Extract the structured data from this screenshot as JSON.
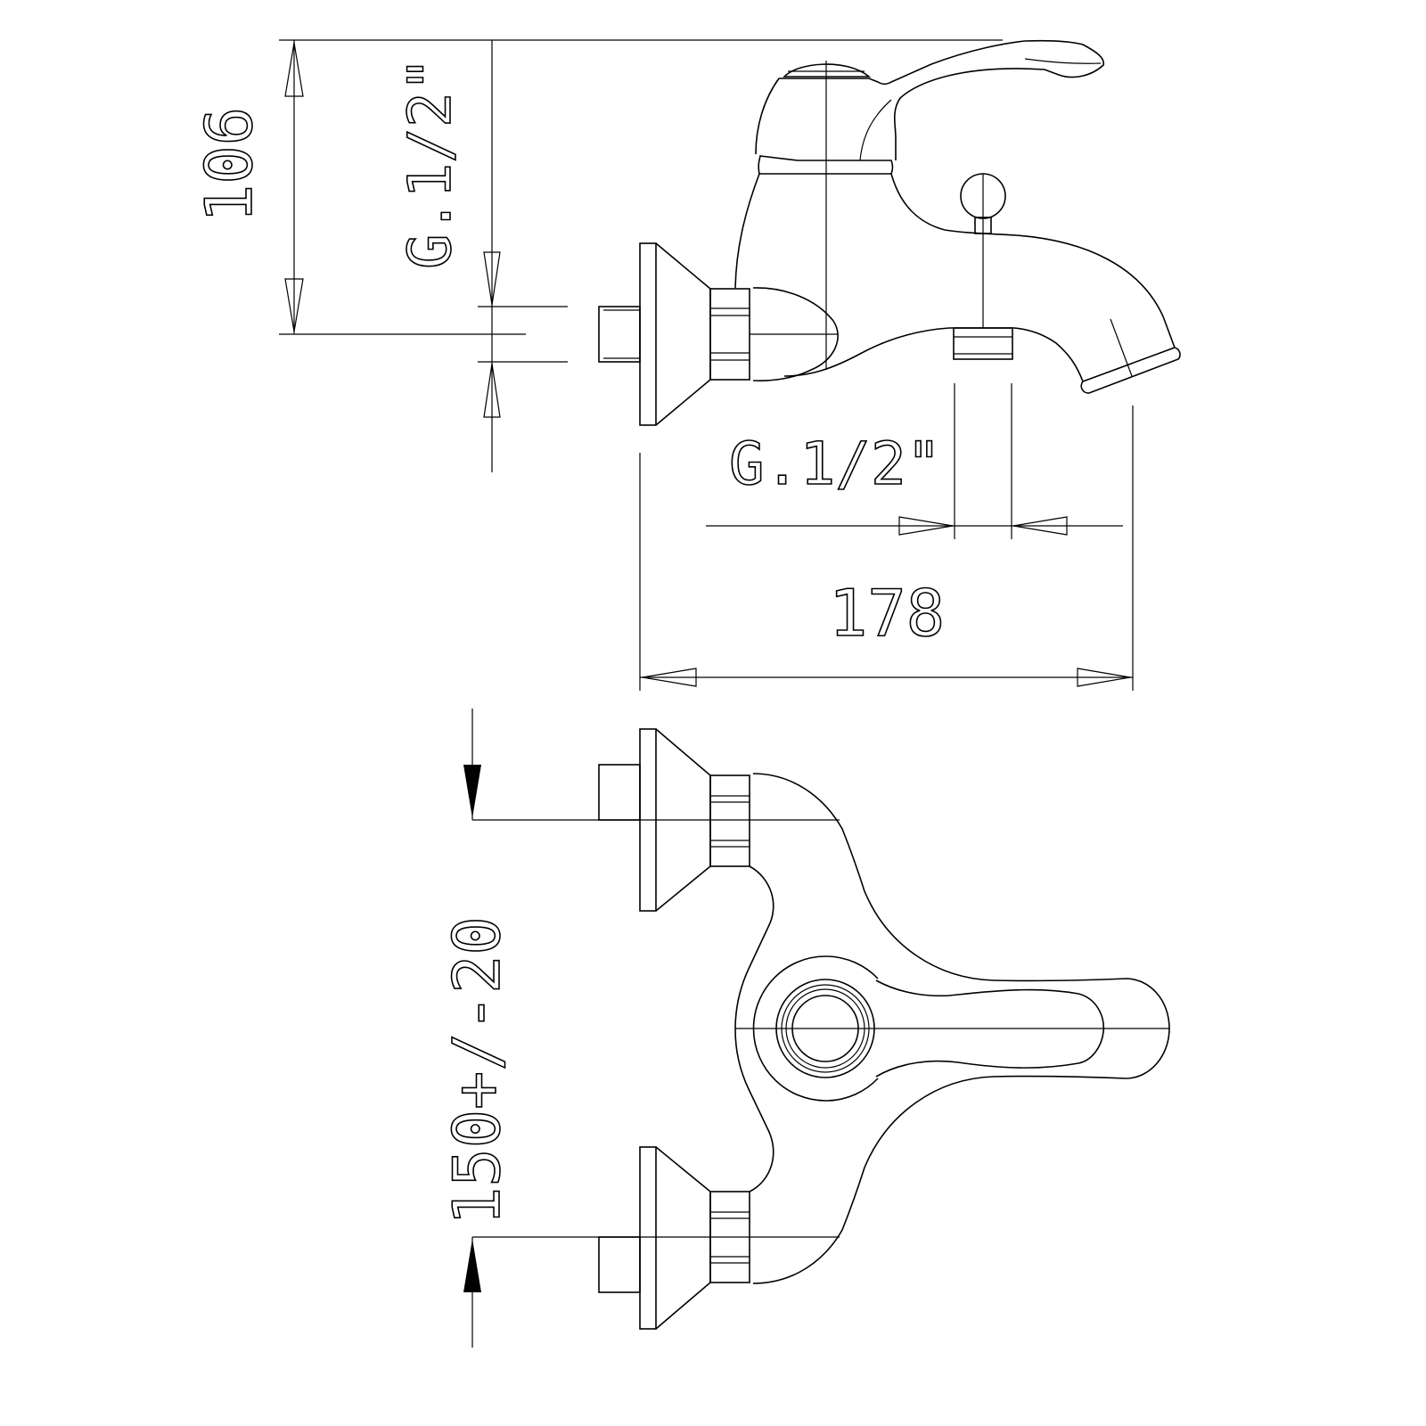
{
  "drawing": {
    "height_label": "106",
    "inlet_thread_label": "G.1/2\"",
    "outlet_thread_label": "G.1/2\"",
    "length_label": "178",
    "spacing_label": "150+/-20"
  },
  "colors": {
    "line": "#000000",
    "background": "#ffffff"
  }
}
